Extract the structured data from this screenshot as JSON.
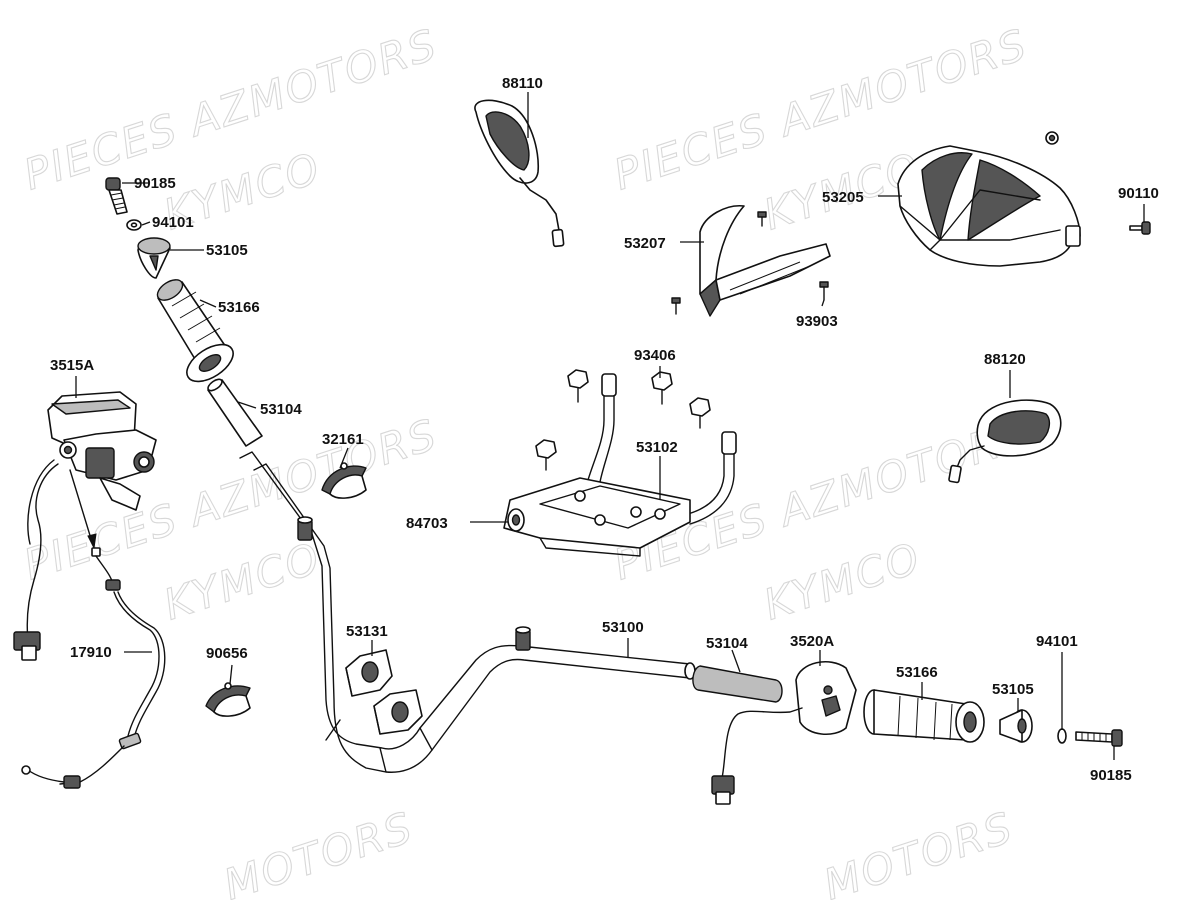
{
  "watermarks": {
    "line_a": "PIECES AZMOTORS",
    "line_b": "KYMCO",
    "line_c": "MOTORS"
  },
  "labels": {
    "p88110": "88110",
    "p90185_top": "90185",
    "p94101_top": "94101",
    "p53105_top": "53105",
    "p53166_top": "53166",
    "p3515A": "3515A",
    "p53104_left": "53104",
    "p32161": "32161",
    "p17910": "17910",
    "p90656": "90656",
    "p53131": "53131",
    "p53100": "53100",
    "p53104_right": "53104",
    "p3520A": "3520A",
    "p53166_right": "53166",
    "p53105_right": "53105",
    "p94101_right": "94101",
    "p90185_right": "90185",
    "p53207": "53207",
    "p93903": "93903",
    "p53205": "53205",
    "p90110": "90110",
    "p93406": "93406",
    "p53102": "53102",
    "p84703": "84703",
    "p88120": "88120"
  },
  "colors": {
    "line": "#111111",
    "part_fill": "#ffffff",
    "dark_fill": "#555555",
    "mid_fill": "#bdbdbd",
    "watermark": "#d8d8d8"
  }
}
